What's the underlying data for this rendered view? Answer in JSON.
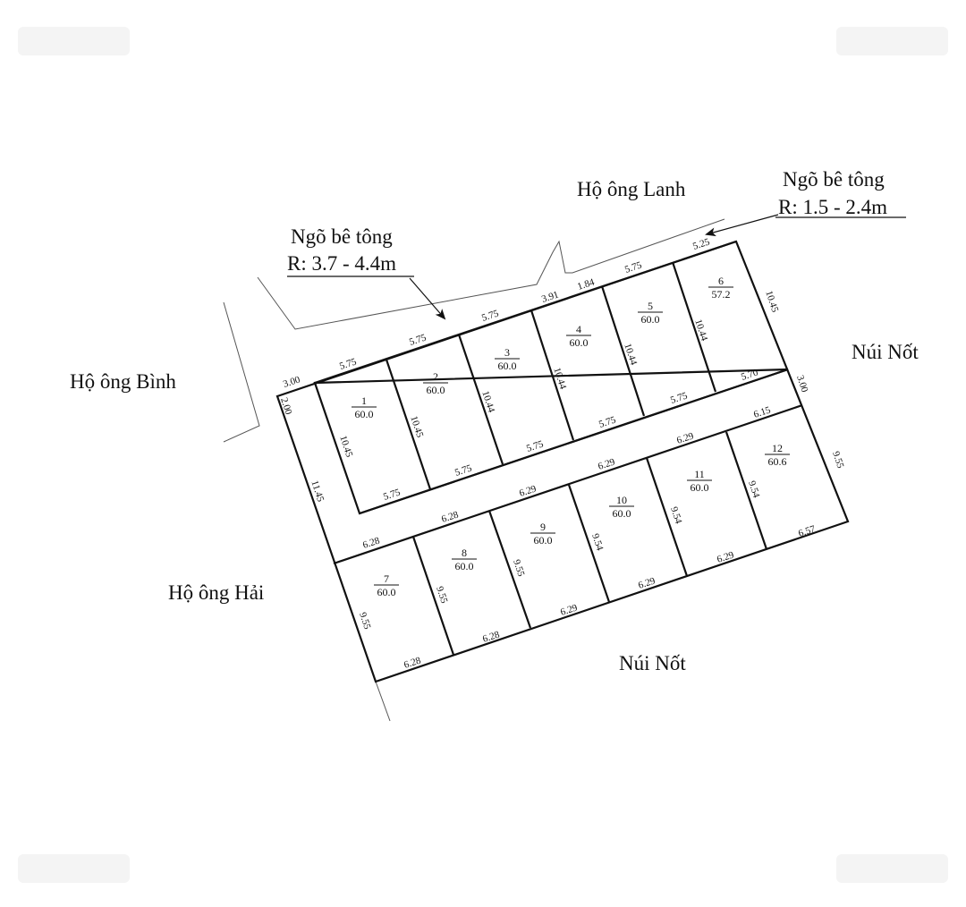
{
  "colors": {
    "line": "#111111",
    "thin_line": "#555555",
    "background": "#ffffff",
    "text": "#111111"
  },
  "labels": {
    "lanh": "Hộ ông Lanh",
    "binh": "Hộ ông Bình",
    "hai": "Hộ ông Hải",
    "nui_not_right": "Núi Nốt",
    "nui_not_bottom": "Núi Nốt",
    "road_left_name": "Ngõ bê tông",
    "road_left_width": "R: 3.7 - 4.4m",
    "road_right_name": "Ngõ bê tông",
    "road_right_width": "R: 1.5 - 2.4m"
  },
  "lots": [
    {
      "no": "1",
      "area": "60.0"
    },
    {
      "no": "2",
      "area": "60.0"
    },
    {
      "no": "3",
      "area": "60.0"
    },
    {
      "no": "4",
      "area": "60.0"
    },
    {
      "no": "5",
      "area": "60.0"
    },
    {
      "no": "6",
      "area": "57.2"
    },
    {
      "no": "7",
      "area": "60.0"
    },
    {
      "no": "8",
      "area": "60.0"
    },
    {
      "no": "9",
      "area": "60.0"
    },
    {
      "no": "10",
      "area": "60.0"
    },
    {
      "no": "11",
      "area": "60.0"
    },
    {
      "no": "12",
      "area": "60.6"
    }
  ],
  "dims": {
    "d_300_left": "3.00",
    "d_200": "2.00",
    "top_575_1": "5.75",
    "top_575_2": "5.75",
    "top_575_3": "5.75",
    "top_391": "3.91",
    "top_184": "1.84",
    "top_575_5": "5.75",
    "top_525": "5.25",
    "right_1045": "10.45",
    "div_1045_a": "10.45",
    "div_1045_b": "10.45",
    "div_1044_a": "10.44",
    "div_1044_b": "10.44",
    "div_1044_c": "10.44",
    "div_1044_d": "10.44",
    "bot_575_1": "5.75",
    "bot_575_2": "5.75",
    "bot_575_3": "5.75",
    "bot_575_4": "5.75",
    "bot_575_5": "5.75",
    "bot_570": "5.70",
    "d_300_right": "3.00",
    "left_1145": "11.45",
    "r_628_1": "6.28",
    "r_628_2": "6.28",
    "r_629_1": "6.29",
    "r_629_2": "6.29",
    "r_629_3": "6.29",
    "r_615": "6.15",
    "right_955": "9.55",
    "left_955": "9.55",
    "d2_955_a": "9.55",
    "d2_955_b": "9.55",
    "d2_954_a": "9.54",
    "d2_954_b": "9.54",
    "d2_954_c": "9.54",
    "b2_628_1": "6.28",
    "b2_628_2": "6.28",
    "b2_629_1": "6.29",
    "b2_629_2": "6.29",
    "b2_629_3": "6.29",
    "b2_657": "6.57"
  }
}
